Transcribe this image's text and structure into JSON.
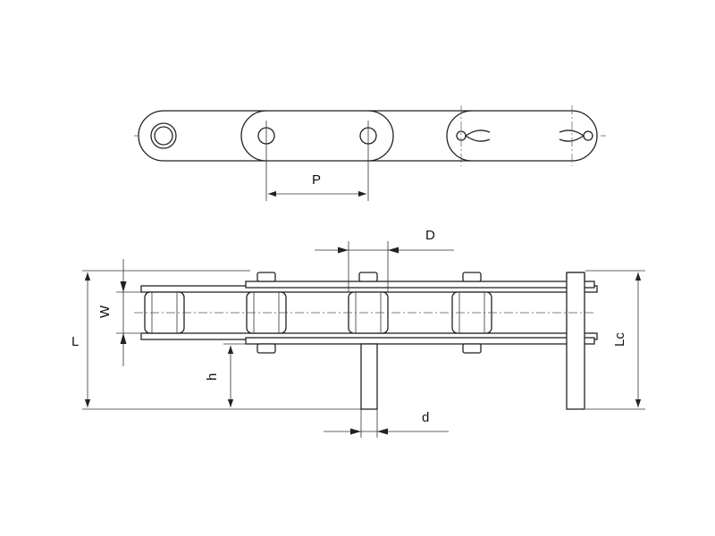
{
  "labels": {
    "pitch": "P",
    "roller_diameter": "D",
    "inner_width": "W",
    "overall_length": "L",
    "extended_pin_length": "Lc",
    "extension_height": "h",
    "pin_diameter": "d"
  },
  "colors": {
    "line": "#222222",
    "background": "#ffffff"
  }
}
